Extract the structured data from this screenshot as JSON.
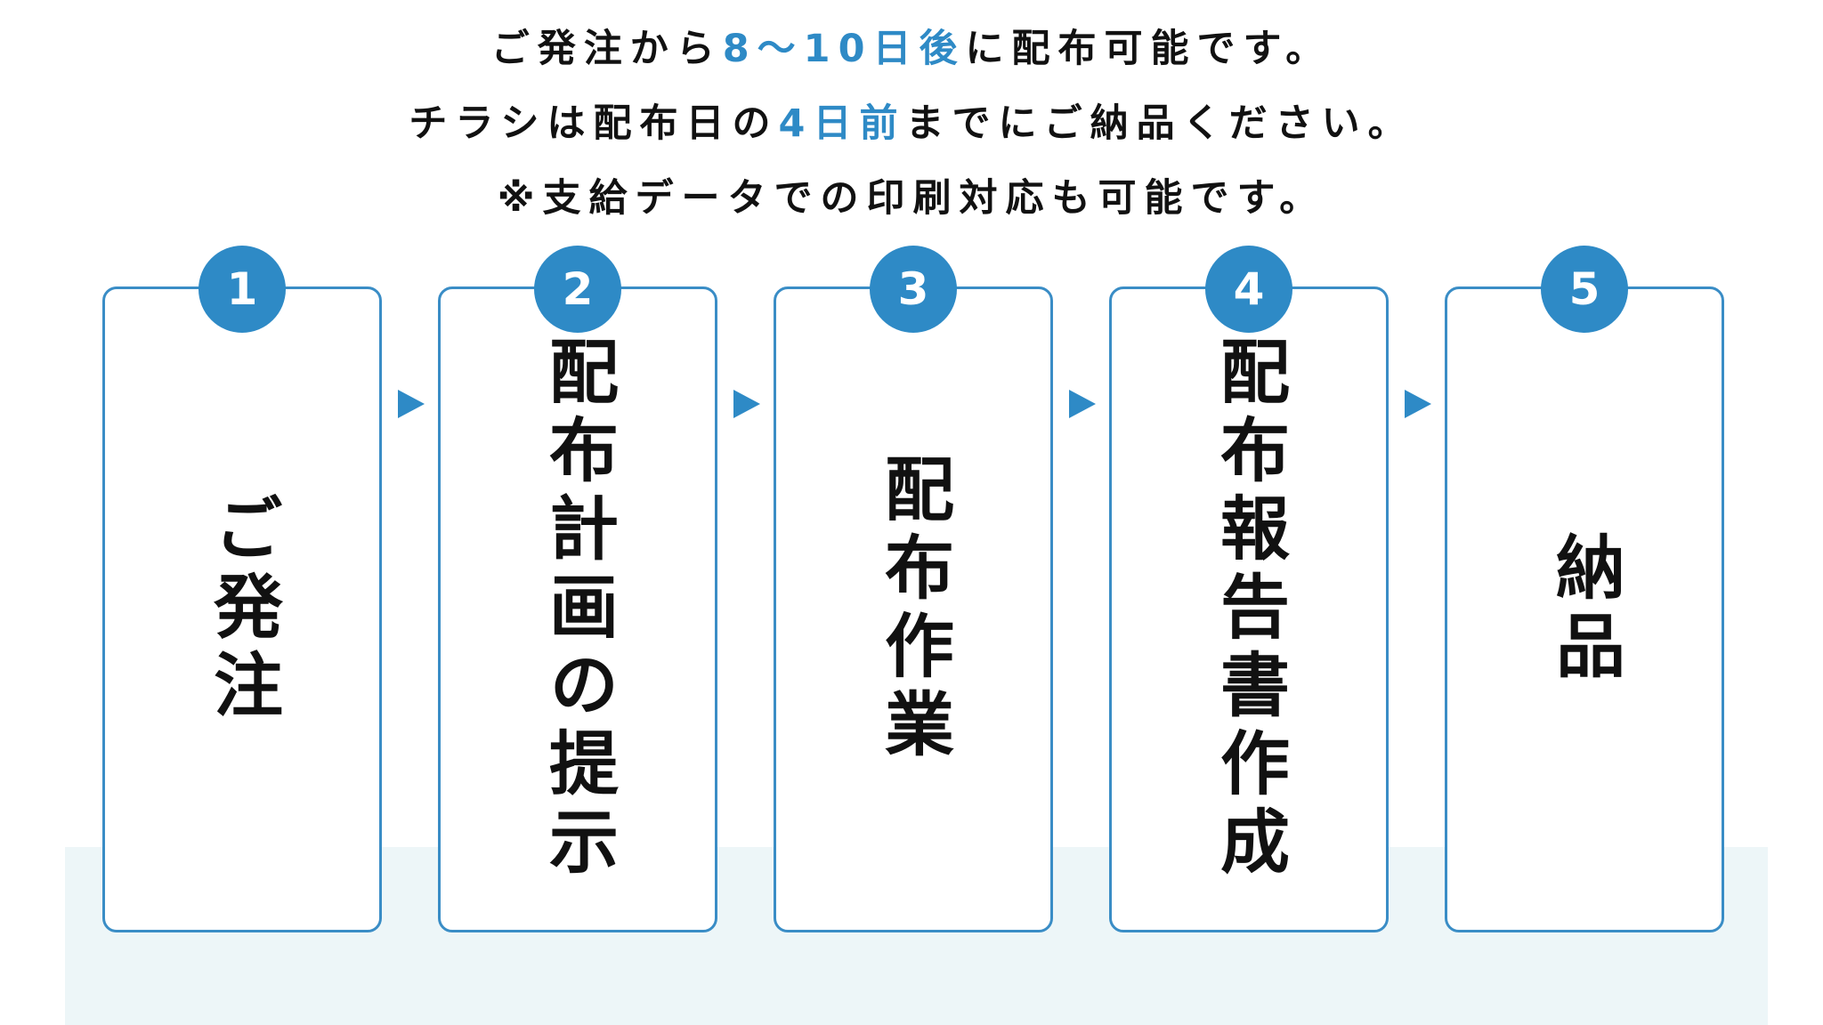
{
  "intro": {
    "line1": {
      "a": "ご発注から",
      "b": "8〜10日後",
      "c": "に配布可能です。"
    },
    "line2": {
      "a": "チラシは配布日の",
      "b": "4日前",
      "c": "までにご納品ください。"
    },
    "line3": "※支給データでの印刷対応も可能です。"
  },
  "steps": [
    {
      "number": "1",
      "label": "ご発注"
    },
    {
      "number": "2",
      "label": "配布計画の提示"
    },
    {
      "number": "3",
      "label": "配布作業"
    },
    {
      "number": "4",
      "label": "配布報告書作成"
    },
    {
      "number": "5",
      "label": "納品"
    }
  ],
  "colors": {
    "accent": "#2e8ac6",
    "box_border": "#3a8dc6",
    "band": "#edf6f8",
    "text": "#111111"
  },
  "icons": {
    "connector": "triangle-right-icon"
  }
}
